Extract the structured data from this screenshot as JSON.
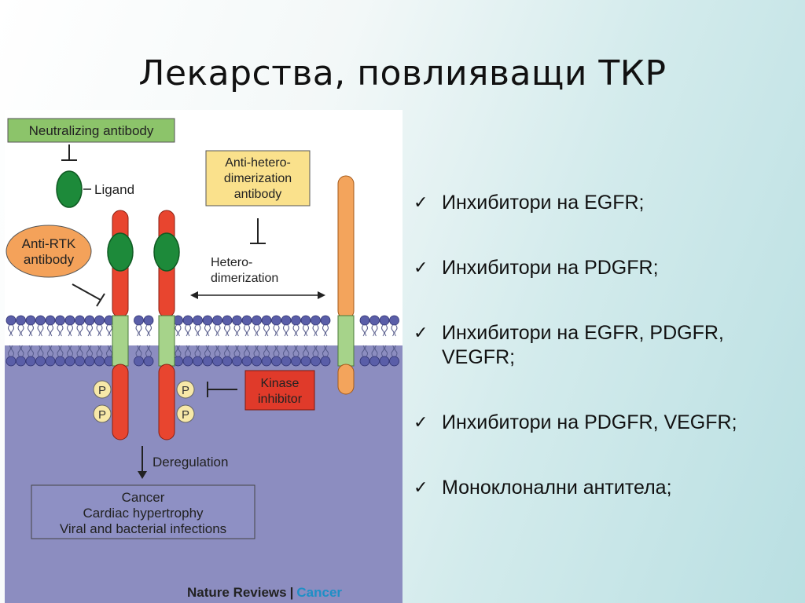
{
  "title": "Лекарства, повлияващи ТКР",
  "figure": {
    "labels": {
      "neutralizing_antibody": "Neutralizing antibody",
      "ligand": "Ligand",
      "anti_hetero_line1": "Anti-hetero-",
      "anti_hetero_line2": "dimerization",
      "anti_hetero_line3": "antibody",
      "anti_rtk_line1": "Anti-RTK",
      "anti_rtk_line2": "antibody",
      "hetero_line1": "Hetero-",
      "hetero_line2": "dimerization",
      "kinase_line1": "Kinase",
      "kinase_line2": "inhibitor",
      "phospho": "P",
      "deregulation": "Deregulation",
      "outcome_line1": "Cancer",
      "outcome_line2": "Cardiac hypertrophy",
      "outcome_line3": "Viral and bacterial infections"
    },
    "colors": {
      "receptor_red": "#e8452f",
      "receptor_green": "#a6d38a",
      "receptor_orange": "#f3a45c",
      "ligand_green": "#1d8a3a",
      "neutralizing_box": "#8cc46a",
      "anti_hetero_box": "#fae18c",
      "anti_rtk_fill": "#f4a25a",
      "kinase_box": "#e03a2a",
      "membrane_head": "#5a5ea8",
      "cytoplasm": "#8c8dc0",
      "outcome_box": "#8e90c4",
      "phospho_fill": "#f7e8a8"
    }
  },
  "bullets": [
    {
      "icon": "check-icon",
      "line1": "Инхибитори на EGFR;",
      "line2": ""
    },
    {
      "icon": "check-icon",
      "line1": "Инхибитори на PDGFR;",
      "line2": ""
    },
    {
      "icon": "check-icon",
      "line1": "Инхибитори на EGFR, PDGFR,",
      "line2": "VEGFR;"
    },
    {
      "icon": "check-icon",
      "line1": "Инхибитори на PDGFR, VEGFR;",
      "line2": ""
    },
    {
      "icon": "check-icon",
      "line1": "Моноклонални антитела;",
      "line2": ""
    }
  ],
  "credit": {
    "brand": "Nature Reviews",
    "separator": "|",
    "journal": "Cancer"
  }
}
